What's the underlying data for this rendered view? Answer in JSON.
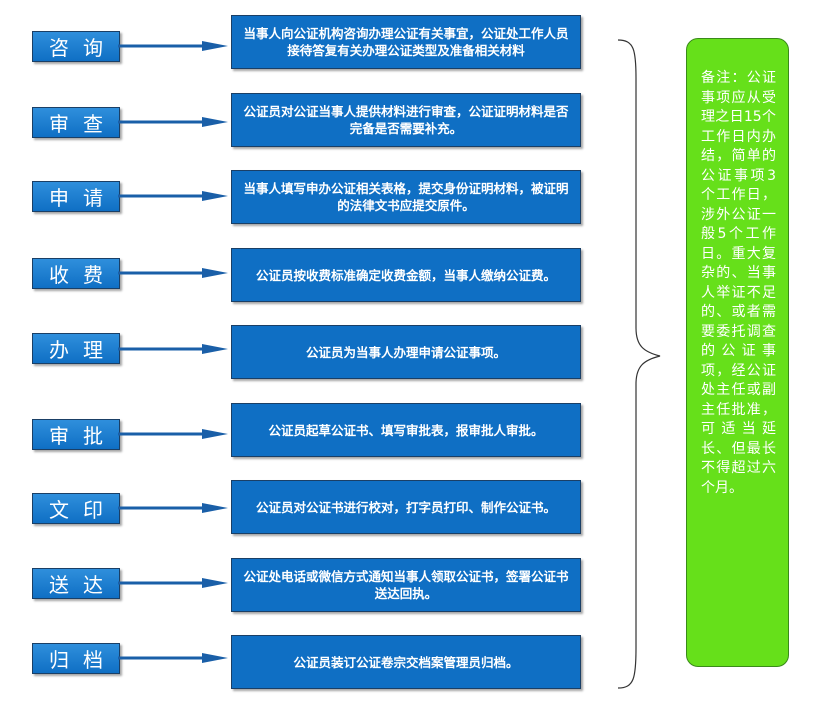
{
  "steps": [
    {
      "label": "咨询",
      "desc": "当事人向公证机构咨询办理公证有关事宜，公证处工作人员接待答复有关办理公证类型及准备相关材料"
    },
    {
      "label": "审查",
      "desc": "公证员对公证当事人提供材料进行审查，公证证明材料是否完备是否需要补充。"
    },
    {
      "label": "申请",
      "desc": "当事人填写申办公证相关表格，提交身份证明材料，被证明的法律文书应提交原件。"
    },
    {
      "label": "收费",
      "desc": "公证员按收费标准确定收费金额，当事人缴纳公证费。"
    },
    {
      "label": "办理",
      "desc": "公证员为当事人办理申请公证事项。"
    },
    {
      "label": "审批",
      "desc": "公证员起草公证书、填写审批表，报审批人审批。"
    },
    {
      "label": "文印",
      "desc": "公证员对公证书进行校对，打字员打印、制作公证书。"
    },
    {
      "label": "送达",
      "desc": "公证处电话或微信方式通知当事人领取公证书，签署公证书送达回执。"
    },
    {
      "label": "归档",
      "desc": "公证员装订公证卷宗交档案管理员归档。"
    }
  ],
  "note": "备注：公证事项应从受理之日15个工作日内办结，简单的公证事项3个工作日，涉外公证一般5个工作日。重大复杂的、当事人举证不足的、或者需要委托调查的公证事项，经公证处主任或副主任批准，可适当延长、但最长不得超过六个月。",
  "colors": {
    "step": "#0f6fc4",
    "note": "#66e01a",
    "arrow": "#0f6fc4"
  }
}
